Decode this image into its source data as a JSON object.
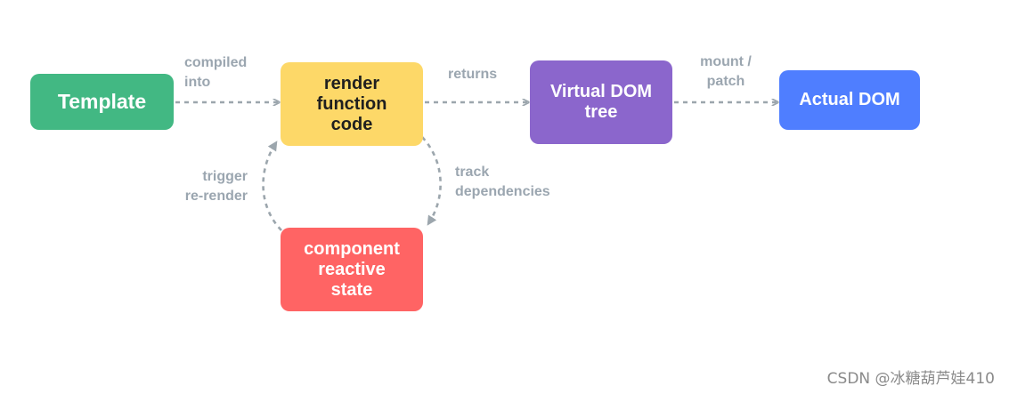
{
  "diagram": {
    "nodes": {
      "template": {
        "label": "Template",
        "fill": "#42b883",
        "text_color": "#ffffff"
      },
      "render": {
        "label": "render\nfunction\ncode",
        "fill": "#fdd868",
        "text_color": "#1f1f1f"
      },
      "vdom": {
        "label": "Virtual DOM\ntree",
        "fill": "#8b66cc",
        "text_color": "#ffffff"
      },
      "actual": {
        "label": "Actual DOM",
        "fill": "#4f7eff",
        "text_color": "#ffffff"
      },
      "state": {
        "label": "component\nreactive\nstate",
        "fill": "#ff6464",
        "text_color": "#ffffff"
      }
    },
    "edges": {
      "compiled_into": "compiled\ninto",
      "returns": "returns",
      "mount_patch": "mount /\npatch",
      "track_dependencies": "track\ndependencies",
      "trigger_rerender": "trigger\nre-render"
    },
    "edge_color": "#9ca6ad",
    "label_color": "#9ba6b0"
  },
  "watermark": {
    "text": "CSDN @冰糖葫芦娃410",
    "color": "#8a8a8a"
  }
}
